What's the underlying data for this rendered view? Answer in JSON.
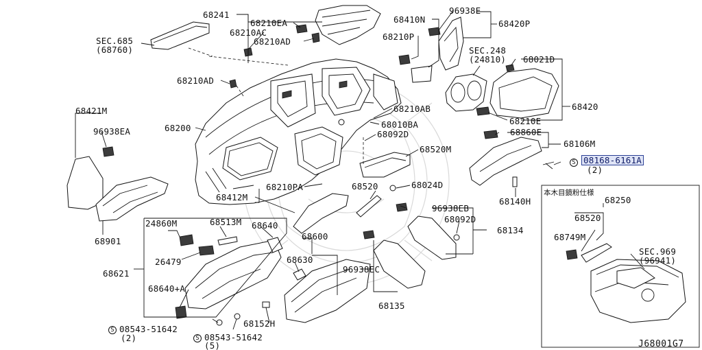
{
  "diagram": {
    "code": "J68001G7",
    "inset_title": "本木目鏡粉仕様",
    "labels": {
      "p68241": "68241",
      "p68210EA": "68210EA",
      "p68210AC": "68210AC",
      "p68210AD_top": "68210AD",
      "p68210AD_left": "68210AD",
      "sec685": "SEC.685",
      "sec685_ref": "(68760)",
      "p68410N": "68410N",
      "p96938E": "96938E",
      "p68420P": "68420P",
      "p68210P": "68210P",
      "sec248": "SEC.248",
      "sec248_ref": "(24810)",
      "p68021D": "68021D",
      "p68420": "68420",
      "p68210E": "68210E",
      "p68210AB": "68210AB",
      "p68010BA": "68010BA",
      "p68092D_top": "68092D",
      "p68860E": "68860E",
      "p68106M": "68106M",
      "p08168": "08168-6161A",
      "p08168_qty": "(2)",
      "p68421M": "68421M",
      "p96938EA": "96938EA",
      "p68200": "68200",
      "p68520M": "68520M",
      "p68412M": "68412M",
      "p68210PA": "68210PA",
      "p68520": "68520",
      "p68024D": "68024D",
      "p68140H": "68140H",
      "p68250": "68250",
      "p68901": "68901",
      "p24860M": "24860M",
      "p68513M": "68513M",
      "p68640": "68640",
      "p68600": "68600",
      "p96938EB": "96938EB",
      "p68092D_mid": "68092D",
      "p68134": "68134",
      "p68520_inset": "68520",
      "p68749M": "68749M",
      "sec969": "SEC.969",
      "sec969_ref": "(96941)",
      "p68621": "68621",
      "p26479": "26479",
      "p68630": "68630",
      "p96938EC": "96938EC",
      "p68640A": "68640+A",
      "p68135": "68135",
      "p68152H": "68152H",
      "p08543_a": "08543-51642",
      "p08543_a_qty": "(2)",
      "p08543_b": "08543-51642",
      "p08543_b_qty": "(5)",
      "screw_symbol": "S"
    }
  }
}
